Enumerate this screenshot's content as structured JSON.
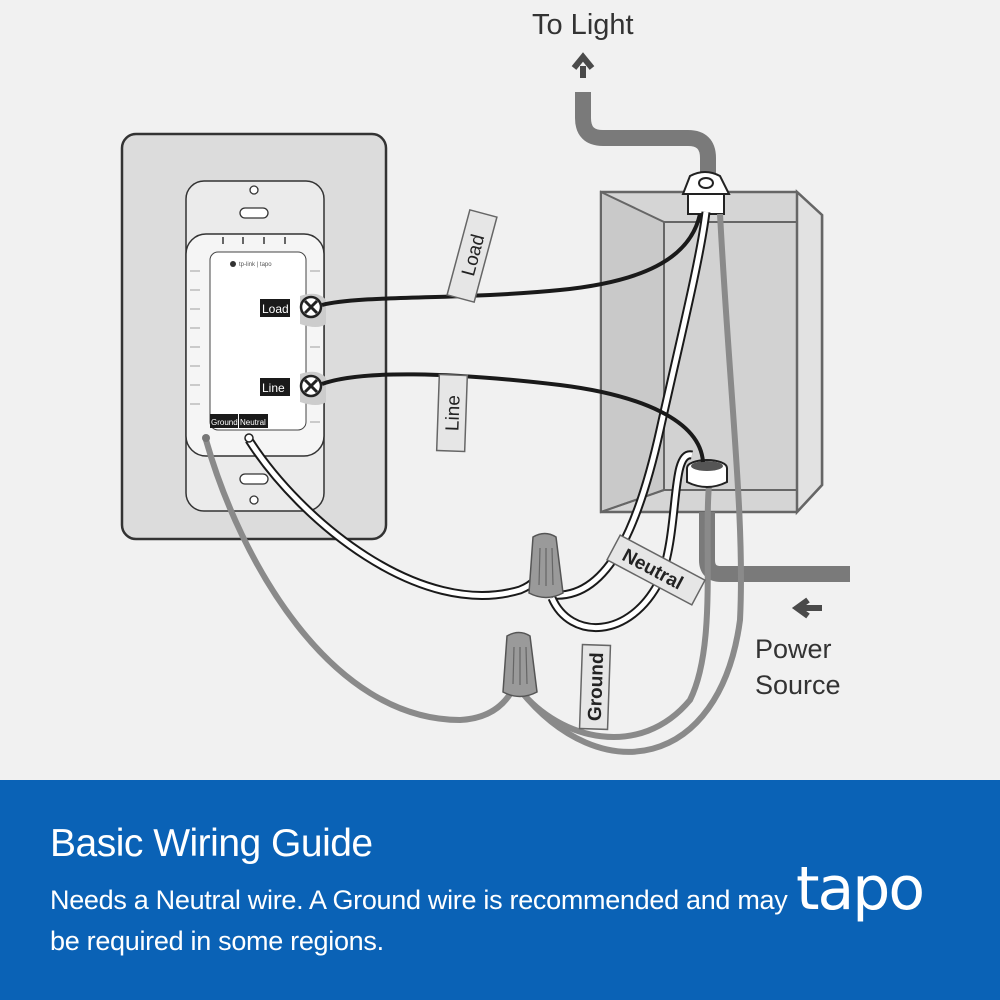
{
  "diagram": {
    "to_light_label": "To Light",
    "power_source_label_line1": "Power",
    "power_source_label_line2": "Source",
    "switch": {
      "brand_mark": "tp-link | tapo",
      "terminals": {
        "load": "Load",
        "line": "Line",
        "ground": "Ground",
        "neutral": "Neutral"
      }
    },
    "wire_tags": {
      "load": "Load",
      "line": "Line",
      "neutral": "Neutral",
      "ground": "Ground"
    },
    "icons": [
      "arrow-up-icon",
      "arrow-left-icon",
      "screw-terminal-icon",
      "wire-nut-icon"
    ],
    "colors": {
      "background": "#f1f1f1",
      "hot_wire": "#1a1a1a",
      "ground_wire": "#8a8a8a",
      "cable": "#7a7a7a",
      "box": "#d3d3d3"
    }
  },
  "footer": {
    "title": "Basic Wiring Guide",
    "description": "Needs a Neutral wire. A Ground wire is recommended and may be required in some regions.",
    "brand": "tapo",
    "background_color": "#0a62b6"
  }
}
